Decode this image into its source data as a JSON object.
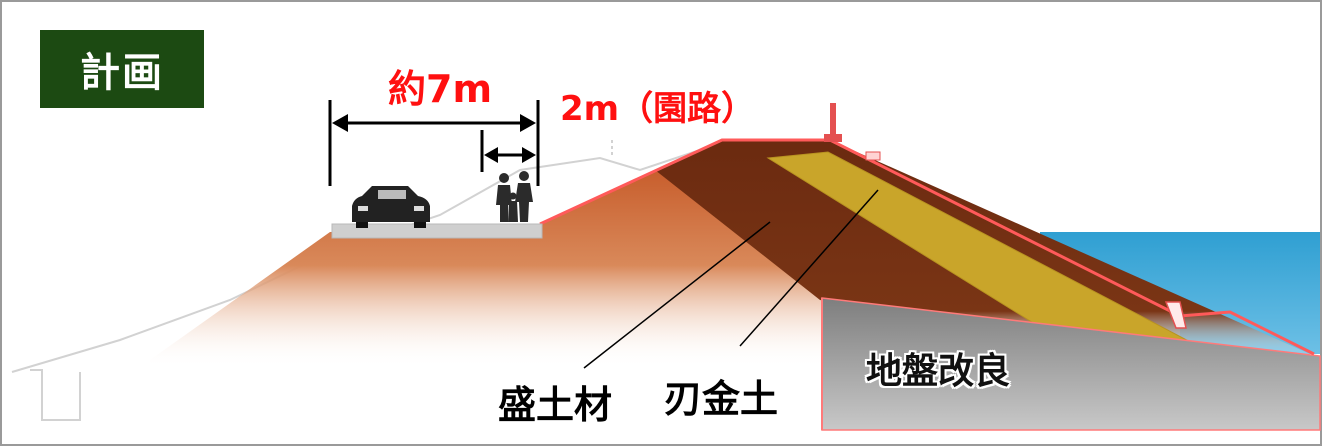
{
  "badge": {
    "label": "計画"
  },
  "dimensions": {
    "road_width": "約7m",
    "path_width": "2m（園路）"
  },
  "labels": {
    "fill_material": "盛土材",
    "clay": "刃金土",
    "ground_improvement": "地盤改良"
  },
  "colors": {
    "badge_bg": "#1c4a12",
    "dimension_text": "#ff1010",
    "embankment_fill": "#c2501e",
    "core": "#6b2a10",
    "clay_layer": "#c9a52a",
    "sea": "#3aa6d6",
    "ground": "#8f8f8f",
    "outline": "#ff5a5a"
  }
}
